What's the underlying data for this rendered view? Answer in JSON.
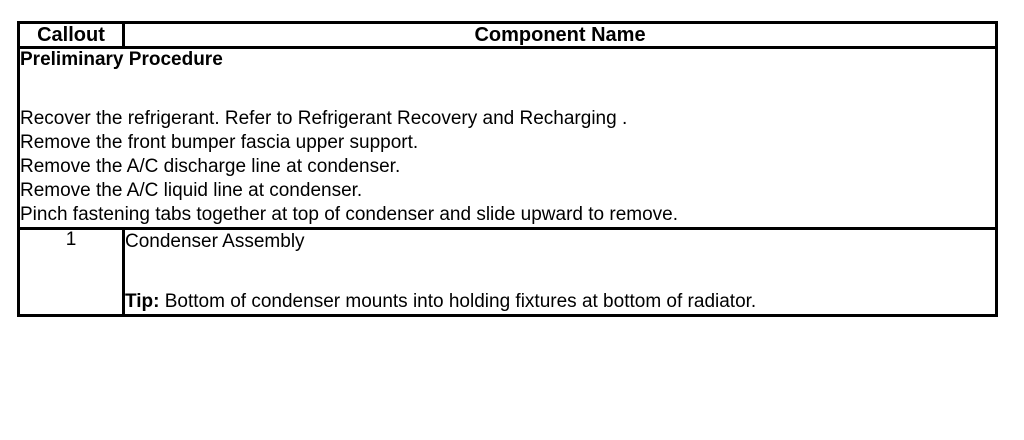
{
  "table": {
    "headers": {
      "callout": "Callout",
      "component_name": "Component Name"
    },
    "preliminary": {
      "heading": "Preliminary Procedure",
      "steps": [
        "Recover the refrigerant. Refer to Refrigerant Recovery and Recharging .",
        "Remove the front bumper fascia upper support.",
        "Remove the A/C discharge line at condenser.",
        "Remove the A/C liquid line at condenser.",
        "Pinch fastening tabs together at top of condenser and slide upward to remove."
      ]
    },
    "rows": [
      {
        "callout": "1",
        "component_name": "Condenser Assembly",
        "tip_label": "Tip:",
        "tip_text": " Bottom of condenser mounts into holding fixtures at bottom of radiator."
      }
    ]
  },
  "colors": {
    "border": "#000000",
    "text": "#000000",
    "background": "#ffffff"
  }
}
